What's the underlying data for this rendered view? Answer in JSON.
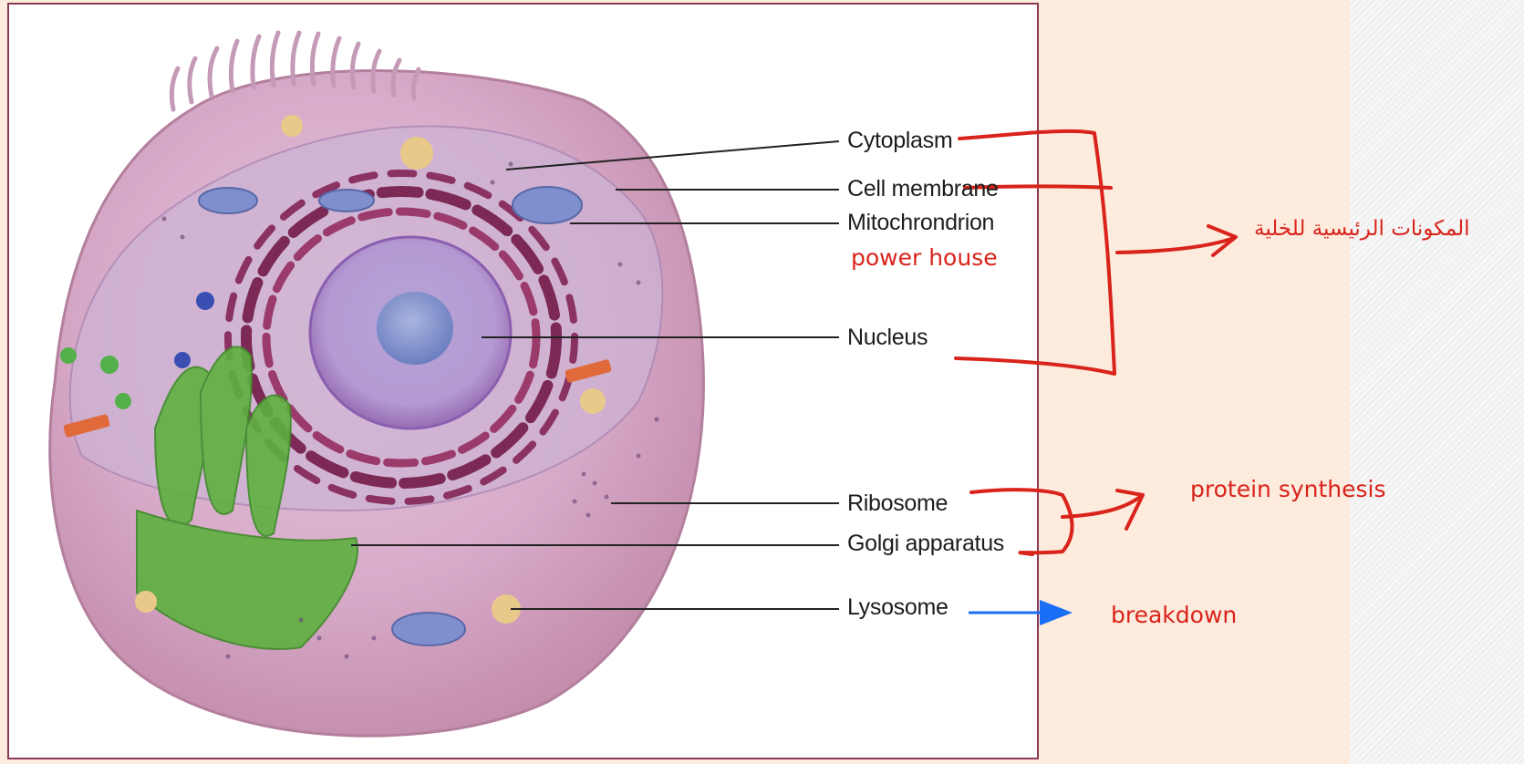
{
  "diagram": {
    "labels": {
      "cytoplasm": "Cytoplasm",
      "cell_membrane": "Cell membrane",
      "mitochondrion": "Mitochrondrion",
      "nucleus": "Nucleus",
      "ribosome": "Ribosome",
      "golgi": "Golgi apparatus",
      "lysosome": "Lysosome"
    },
    "annotations": {
      "power_house": "power house",
      "main_components": "المكونات الرئيسية للخلية",
      "protein_synthesis": "protein synthesis",
      "breakdown": "breakdown"
    }
  },
  "colors": {
    "annotation_red": "#d9231b",
    "arrow_blue": "#1a6ef5",
    "frame": "#8a3a54",
    "page_background": "#fdebdd"
  }
}
